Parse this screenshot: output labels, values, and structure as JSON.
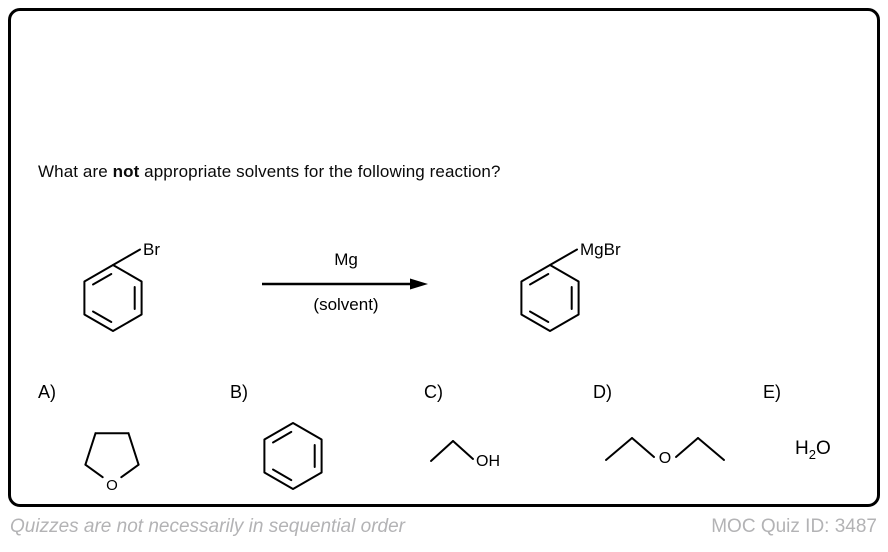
{
  "question": {
    "prefix": "What are ",
    "emphasis": "not",
    "suffix": " appropriate solvents for the following reaction?"
  },
  "reaction": {
    "reactant": {
      "structure": "bromobenzene",
      "substituent_label": "Br"
    },
    "arrow": {
      "above": "Mg",
      "below": "(solvent)"
    },
    "product": {
      "structure": "phenylmagnesium-bromide",
      "substituent_label": "MgBr"
    }
  },
  "choices": [
    {
      "label": "A)",
      "structure": "tetrahydrofuran-ring",
      "heteroatom": "O"
    },
    {
      "label": "B)",
      "structure": "benzene-ring"
    },
    {
      "label": "C)",
      "structure": "ethanol-skeletal",
      "group_label": "OH"
    },
    {
      "label": "D)",
      "structure": "diethyl-ether-skeletal",
      "heteroatom": "O"
    },
    {
      "label": "E)",
      "structure": "water-formula",
      "formula": {
        "h": "H",
        "sub": "2",
        "o": "O"
      }
    }
  ],
  "footer": {
    "note": "Quizzes are not necessarily in sequential order",
    "quiz_id": "MOC Quiz ID: 3487"
  },
  "colors": {
    "ink": "#000000",
    "muted": "#b3b3b5",
    "background": "#ffffff"
  }
}
